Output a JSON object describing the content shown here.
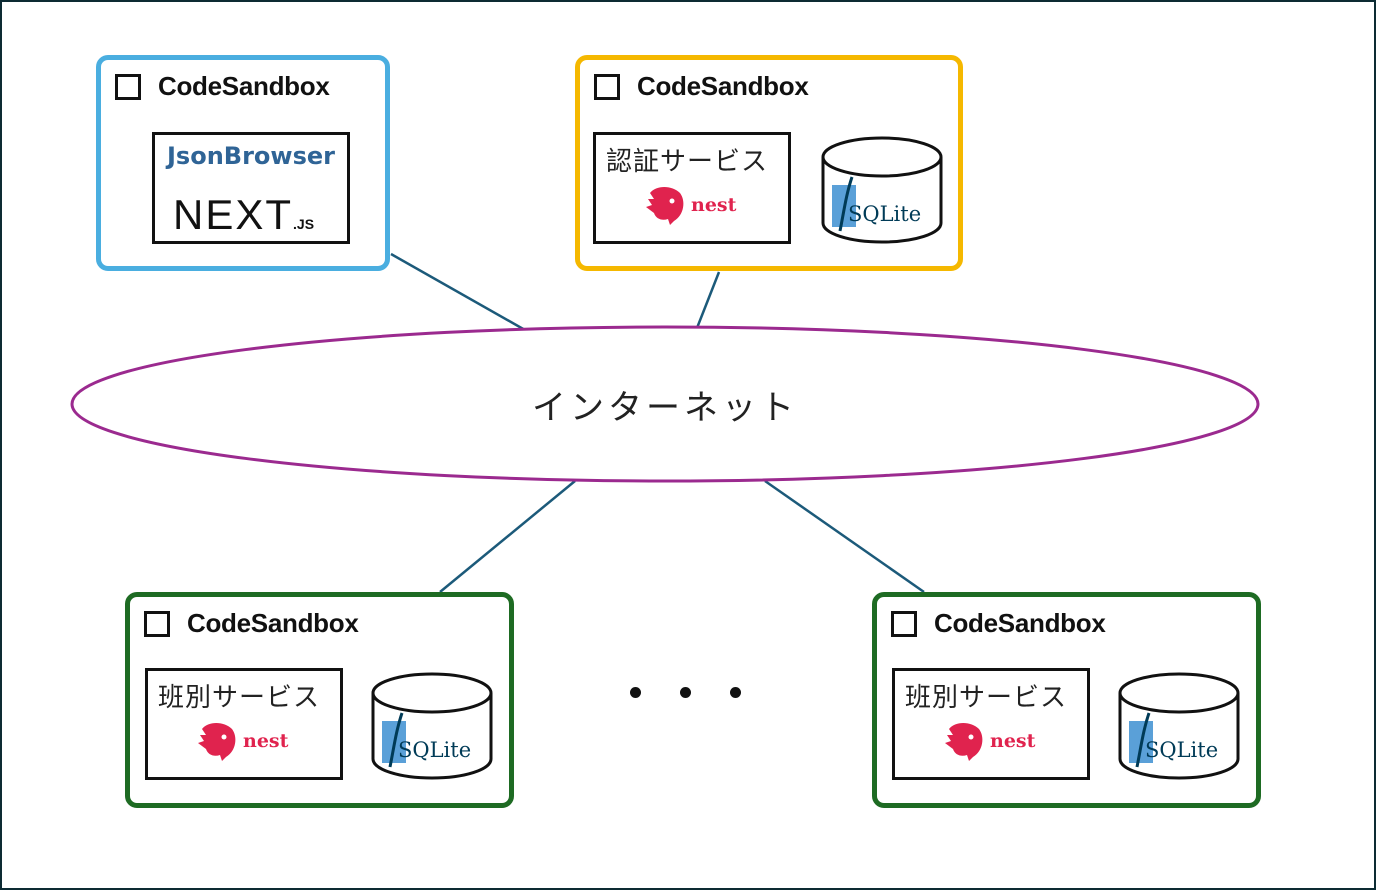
{
  "sandboxes": {
    "frontend": {
      "title": "CodeSandbox",
      "app_name": "JsonBrowser",
      "framework": "NEXT",
      "framework_suffix": ".JS",
      "border_color": "#4aaee0"
    },
    "auth": {
      "title": "CodeSandbox",
      "service_label": "認証サービス",
      "framework": "nest",
      "database": "SQLite",
      "border_color": "#f5b800"
    },
    "class1": {
      "title": "CodeSandbox",
      "service_label": "班別サービス",
      "framework": "nest",
      "database": "SQLite",
      "border_color": "#1e6b23"
    },
    "class2": {
      "title": "CodeSandbox",
      "service_label": "班別サービス",
      "framework": "nest",
      "database": "SQLite",
      "border_color": "#1e6b23"
    }
  },
  "internet": {
    "label": "インターネット",
    "outline_color": "#9b2a8f"
  },
  "colors": {
    "link": "#1c5a7a",
    "frame": "#0d2b33",
    "nest": "#e0234e",
    "sqlite": "#003b57"
  },
  "icons": [
    "codesandbox-icon",
    "nestjs-logo",
    "sqlite-logo",
    "database-icon"
  ]
}
